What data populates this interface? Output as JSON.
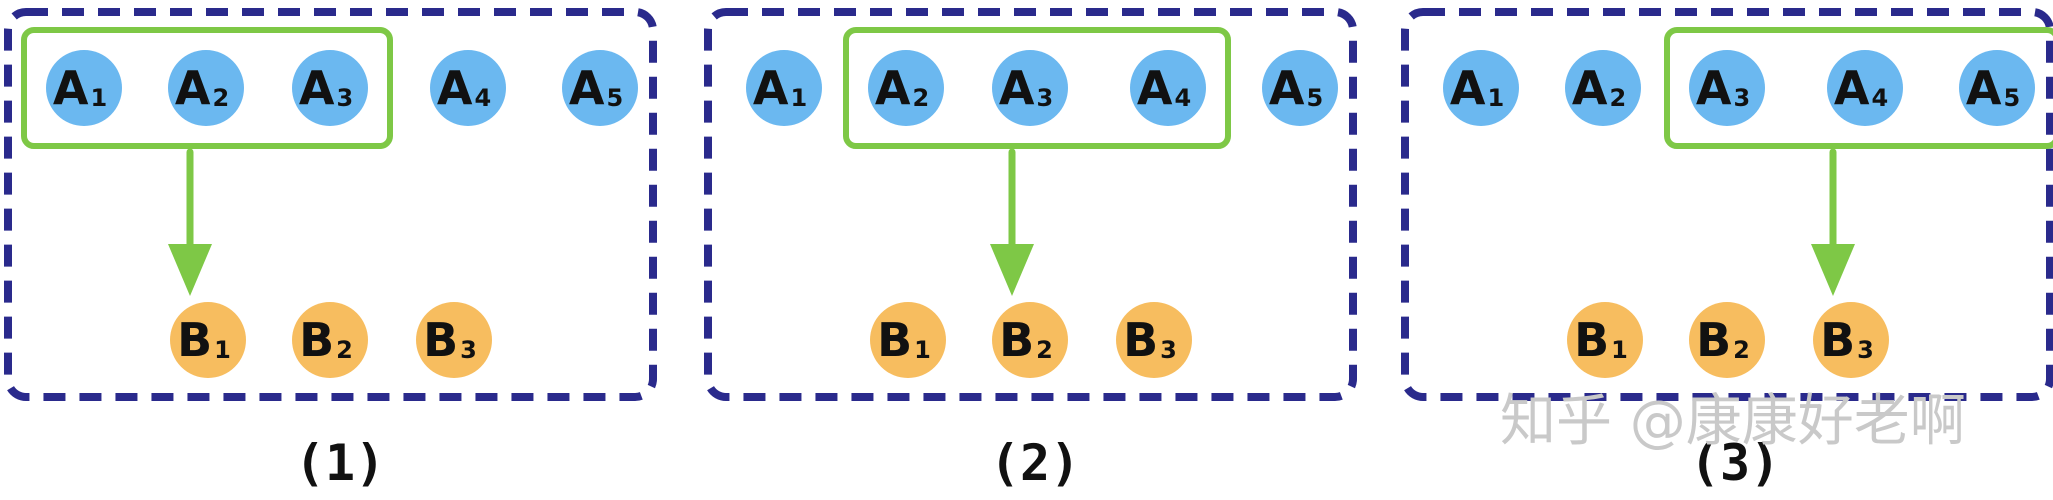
{
  "colors": {
    "panel_border": "#2a2a8c",
    "window_border": "#7ec846",
    "arrow": "#7ec846",
    "a_node": "#6bb8f0",
    "b_node": "#f7bd5f",
    "text": "#111111",
    "watermark": "#c9c9c9"
  },
  "panels": [
    {
      "caption": "(1)",
      "a_nodes": [
        {
          "main": "A",
          "sub": "1"
        },
        {
          "main": "A",
          "sub": "2"
        },
        {
          "main": "A",
          "sub": "3"
        },
        {
          "main": "A",
          "sub": "4"
        },
        {
          "main": "A",
          "sub": "5"
        }
      ],
      "b_nodes": [
        {
          "main": "B",
          "sub": "1"
        },
        {
          "main": "B",
          "sub": "2"
        },
        {
          "main": "B",
          "sub": "3"
        }
      ],
      "window": {
        "start": 0,
        "end": 2
      },
      "target": 0
    },
    {
      "caption": "(2)",
      "a_nodes": [
        {
          "main": "A",
          "sub": "1"
        },
        {
          "main": "A",
          "sub": "2"
        },
        {
          "main": "A",
          "sub": "3"
        },
        {
          "main": "A",
          "sub": "4"
        },
        {
          "main": "A",
          "sub": "5"
        }
      ],
      "b_nodes": [
        {
          "main": "B",
          "sub": "1"
        },
        {
          "main": "B",
          "sub": "2"
        },
        {
          "main": "B",
          "sub": "3"
        }
      ],
      "window": {
        "start": 1,
        "end": 3
      },
      "target": 1
    },
    {
      "caption": "(3)",
      "a_nodes": [
        {
          "main": "A",
          "sub": "1"
        },
        {
          "main": "A",
          "sub": "2"
        },
        {
          "main": "A",
          "sub": "3"
        },
        {
          "main": "A",
          "sub": "4"
        },
        {
          "main": "A",
          "sub": "5"
        }
      ],
      "b_nodes": [
        {
          "main": "B",
          "sub": "1"
        },
        {
          "main": "B",
          "sub": "2"
        },
        {
          "main": "B",
          "sub": "3"
        }
      ],
      "window": {
        "start": 2,
        "end": 4
      },
      "target": 2
    }
  ],
  "watermark": "知乎 @康康好老啊"
}
